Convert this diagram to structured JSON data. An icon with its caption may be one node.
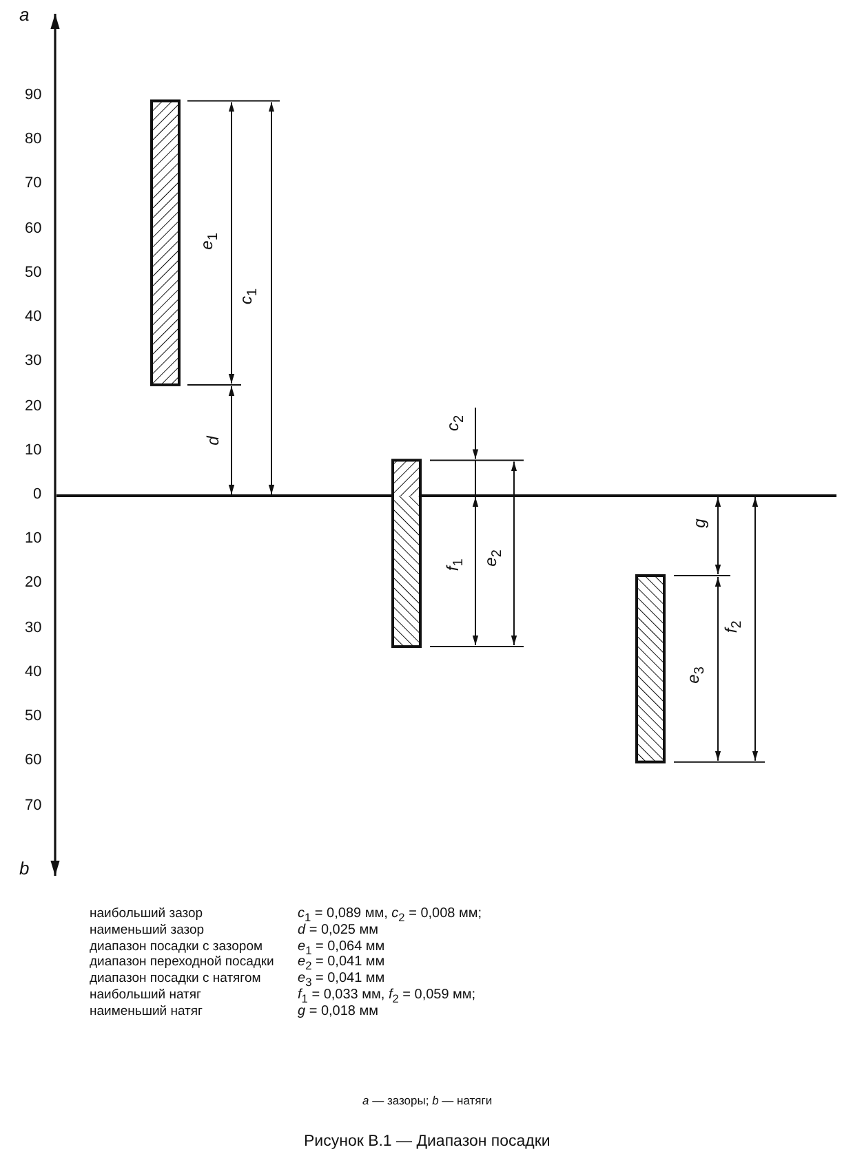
{
  "diagram": {
    "caption": "Рисунок В.1 — Диапазон посадки",
    "labels": [
      "*a*",
      "90",
      "80",
      "70",
      "60",
      "50",
      "40",
      "30",
      "20",
      "10",
      "0",
      "10",
      "20",
      "30",
      "40",
      "50",
      "60",
      "70",
      "*b*",
      "*e*$_{1}$",
      "*c*$_{1}$",
      "*d*",
      "*c*$_{2}$",
      "*f*$_{1}$",
      "*e*$_{2}$",
      "*g*",
      "*e*$_{3}$",
      "*f*$_{2}$",
      "наибольший зазор",
      "*c*$_{1}$ = 0,089 мм, *c*$_{2}$ = 0,008 мм;",
      "наименьший зазор",
      "*d* = 0,025 мм",
      "диапазон посадки с зазором",
      "*e*$_{1}$ = 0,064 мм",
      "диапазон переходной посадки",
      "*e*$_{2}$ = 0,041 мм",
      "диапазон посадки с натягом",
      "*e*$_{3}$ = 0,041 мм",
      "наибольший натяг",
      "*f*$_{1}$ = 0,033 мм, *f*$_{2}$ = 0,059 мм;",
      "наименьший натяг",
      "*g* = 0,018 мм",
      "*a* — зазоры; *b* — натяги"
    ]
  }
}
